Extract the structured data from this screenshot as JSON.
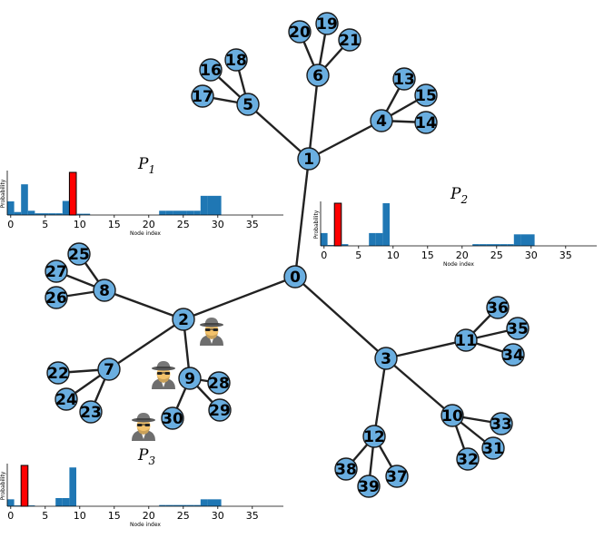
{
  "graph": {
    "nodes": [
      "0",
      "1",
      "2",
      "3",
      "4",
      "5",
      "6",
      "7",
      "8",
      "9",
      "10",
      "11",
      "12",
      "13",
      "14",
      "15",
      "16",
      "17",
      "18",
      "19",
      "20",
      "21",
      "22",
      "23",
      "24",
      "25",
      "26",
      "27",
      "28",
      "29",
      "30",
      "31",
      "32",
      "33",
      "34",
      "35",
      "36",
      "37",
      "38",
      "39"
    ],
    "edges": [
      [
        0,
        1
      ],
      [
        0,
        2
      ],
      [
        0,
        3
      ],
      [
        1,
        4
      ],
      [
        1,
        5
      ],
      [
        1,
        6
      ],
      [
        4,
        13
      ],
      [
        4,
        14
      ],
      [
        4,
        15
      ],
      [
        5,
        16
      ],
      [
        5,
        17
      ],
      [
        5,
        18
      ],
      [
        6,
        19
      ],
      [
        6,
        20
      ],
      [
        6,
        21
      ],
      [
        2,
        7
      ],
      [
        2,
        8
      ],
      [
        2,
        9
      ],
      [
        7,
        22
      ],
      [
        7,
        23
      ],
      [
        7,
        24
      ],
      [
        8,
        25
      ],
      [
        8,
        26
      ],
      [
        8,
        27
      ],
      [
        9,
        28
      ],
      [
        9,
        29
      ],
      [
        9,
        30
      ],
      [
        3,
        10
      ],
      [
        3,
        11
      ],
      [
        3,
        12
      ],
      [
        10,
        31
      ],
      [
        10,
        32
      ],
      [
        10,
        33
      ],
      [
        11,
        34
      ],
      [
        11,
        35
      ],
      [
        11,
        36
      ],
      [
        12,
        37
      ],
      [
        12,
        38
      ],
      [
        12,
        39
      ]
    ],
    "node_color": "#6aaee0",
    "agents": [
      {
        "icon": "spy-icon",
        "near_node": 2
      },
      {
        "icon": "spy-icon",
        "near_node": 9
      },
      {
        "icon": "spy-icon",
        "near_node": 30
      }
    ]
  },
  "panels": [
    {
      "label": "P",
      "subscript": "1",
      "highlight_index": 9
    },
    {
      "label": "P",
      "subscript": "2",
      "highlight_index": 2
    },
    {
      "label": "P",
      "subscript": "3",
      "highlight_index": 2
    }
  ],
  "chart_data": [
    {
      "type": "bar",
      "name": "P1",
      "xlabel": "Node index",
      "ylabel": "Probability",
      "xticks": [
        0,
        5,
        10,
        15,
        20,
        25,
        30,
        35
      ],
      "xlim": [
        -0.5,
        39.5
      ],
      "values": [
        0.32,
        0.07,
        0.72,
        0.1,
        0.04,
        0.04,
        0.04,
        0.04,
        0.33,
        1.0,
        0.03,
        0.03,
        0,
        0,
        0,
        0,
        0,
        0,
        0,
        0,
        0,
        0,
        0.1,
        0.1,
        0.1,
        0.1,
        0.1,
        0.1,
        0.45,
        0.45,
        0.45,
        0,
        0,
        0,
        0,
        0,
        0,
        0,
        0,
        0
      ],
      "bar_color": "#1f77b4",
      "highlight_color": "#ff0000"
    },
    {
      "type": "bar",
      "name": "P2",
      "xlabel": "Node index",
      "ylabel": "Probability",
      "xticks": [
        0,
        5,
        10,
        15,
        20,
        25,
        30,
        35
      ],
      "xlim": [
        -0.5,
        39.5
      ],
      "values": [
        0.3,
        0.02,
        1.0,
        0.04,
        0,
        0,
        0,
        0.3,
        0.3,
        1.0,
        0,
        0,
        0,
        0,
        0,
        0,
        0,
        0,
        0,
        0,
        0,
        0,
        0.04,
        0.04,
        0.04,
        0.04,
        0.04,
        0.04,
        0.27,
        0.27,
        0.27,
        0,
        0,
        0,
        0,
        0,
        0,
        0,
        0,
        0
      ],
      "bar_color": "#1f77b4",
      "highlight_color": "#ff0000"
    },
    {
      "type": "bar",
      "name": "P3",
      "xlabel": "Node index",
      "ylabel": "Probability",
      "xticks": [
        0,
        5,
        10,
        15,
        20,
        25,
        30,
        35
      ],
      "xlim": [
        -0.5,
        39.5
      ],
      "values": [
        0.17,
        0.02,
        1.0,
        0.02,
        0,
        0,
        0,
        0.2,
        0.2,
        0.95,
        0,
        0,
        0,
        0,
        0,
        0,
        0,
        0,
        0,
        0,
        0,
        0,
        0.03,
        0.03,
        0.03,
        0.03,
        0.03,
        0.03,
        0.17,
        0.17,
        0.17,
        0,
        0,
        0,
        0,
        0,
        0,
        0,
        0,
        0
      ],
      "bar_color": "#1f77b4",
      "highlight_color": "#ff0000"
    }
  ]
}
